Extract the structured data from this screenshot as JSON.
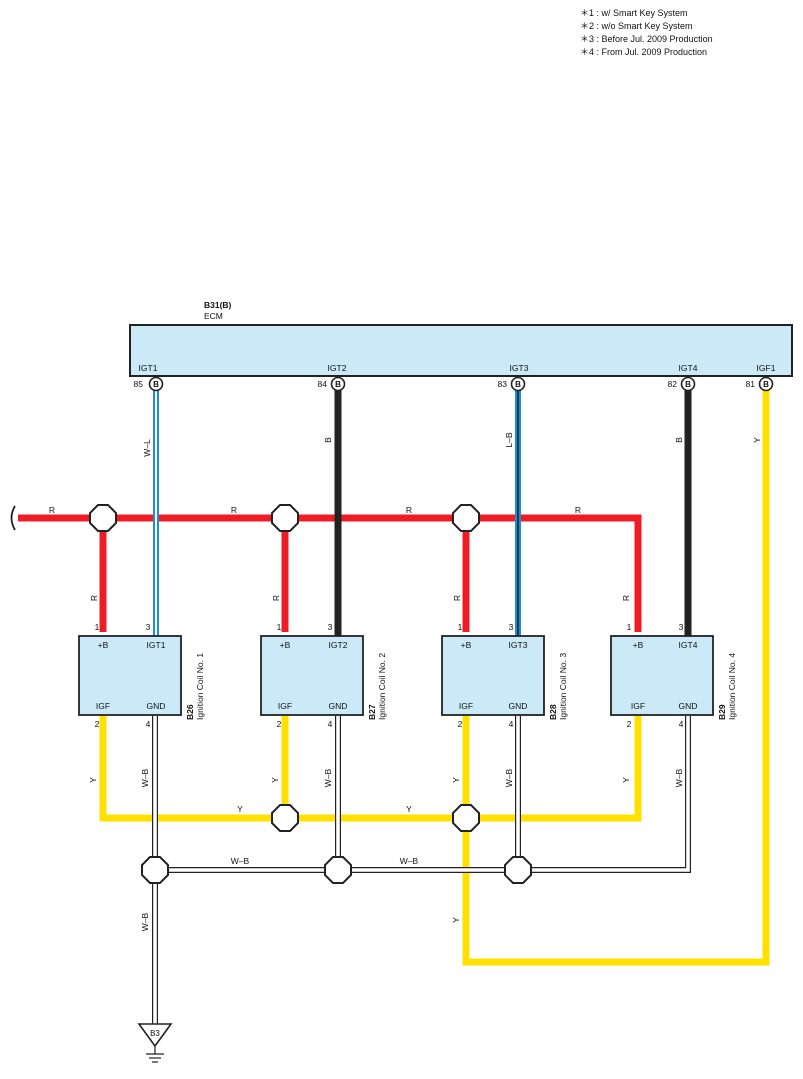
{
  "notes": [
    "＊1 : w/ Smart Key System",
    "＊2 : w/o Smart Key System",
    "＊3 : Before Jul.  2009 Production",
    "＊4 : From Jul.  2009 Production"
  ],
  "ecm": {
    "code": "B31(B)",
    "name": "ECM",
    "pins": [
      {
        "name": "IGT1",
        "no": "85",
        "conn": "B"
      },
      {
        "name": "IGT2",
        "no": "84",
        "conn": "B"
      },
      {
        "name": "IGT3",
        "no": "83",
        "conn": "B"
      },
      {
        "name": "IGT4",
        "no": "82",
        "conn": "B"
      },
      {
        "name": "IGF1",
        "no": "81",
        "conn": "B"
      }
    ]
  },
  "wire_labels": {
    "igt1": "W–L",
    "igt2": "B",
    "igt3": "L–B",
    "igt4": "B",
    "igf1": "Y",
    "power": "R",
    "igf": "Y",
    "gnd": "W–B"
  },
  "coils": [
    {
      "code": "B26",
      "name": "Ignition Coil No. 1",
      "pins": {
        "p1": "1",
        "p3": "3",
        "p2": "2",
        "p4": "4",
        "b": "+B",
        "igt": "IGT1",
        "igf": "IGF",
        "gnd": "GND"
      }
    },
    {
      "code": "B27",
      "name": "Ignition Coil No. 2",
      "pins": {
        "p1": "1",
        "p3": "3",
        "p2": "2",
        "p4": "4",
        "b": "+B",
        "igt": "IGT2",
        "igf": "IGF",
        "gnd": "GND"
      }
    },
    {
      "code": "B28",
      "name": "Ignition Coil No. 3",
      "pins": {
        "p1": "1",
        "p3": "3",
        "p2": "2",
        "p4": "4",
        "b": "+B",
        "igt": "IGT3",
        "igf": "IGF",
        "gnd": "GND"
      }
    },
    {
      "code": "B29",
      "name": "Ignition Coil No. 4",
      "pins": {
        "p1": "1",
        "p3": "3",
        "p2": "2",
        "p4": "4",
        "b": "+B",
        "igt": "IGT4",
        "igf": "IGF",
        "gnd": "GND"
      }
    }
  ],
  "ground": "B3",
  "colors": {
    "red": "#ee1c25",
    "black": "#222222",
    "yellow": "#ffe000",
    "blue": "#1a8fd8",
    "box_fill": "#cce9f8"
  }
}
